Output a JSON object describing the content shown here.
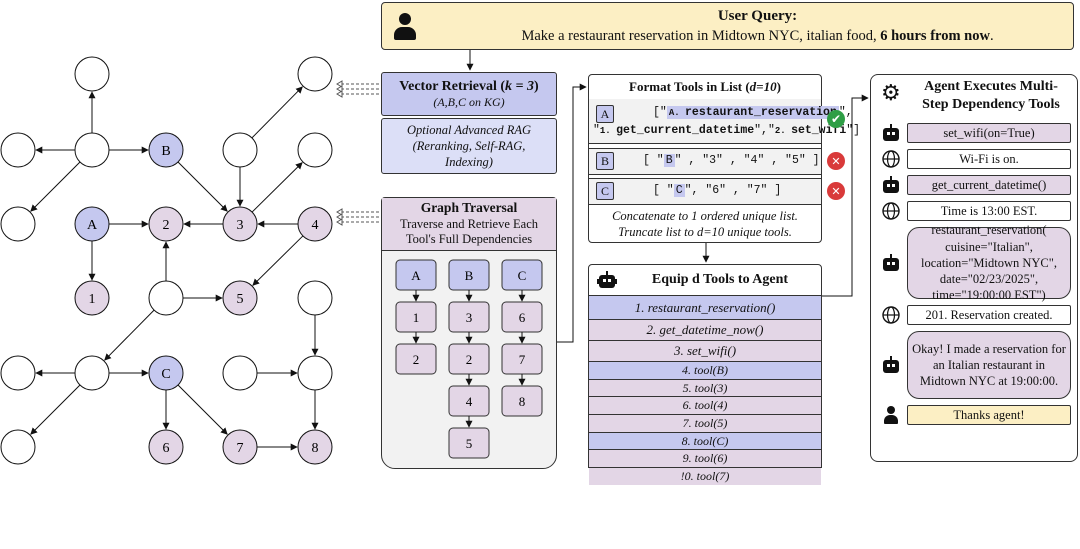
{
  "graph": {
    "nodes": [
      {
        "id": "n_top_l",
        "label": "",
        "color": "white"
      },
      {
        "id": "n_left1",
        "label": "",
        "color": "white"
      },
      {
        "id": "n_hub1",
        "label": "",
        "color": "white"
      },
      {
        "id": "B",
        "label": "B",
        "color": "blue"
      },
      {
        "id": "n_left2",
        "label": "",
        "color": "white"
      },
      {
        "id": "A",
        "label": "A",
        "color": "blue"
      },
      {
        "id": "2",
        "label": "2",
        "color": "purple"
      },
      {
        "id": "3",
        "label": "3",
        "color": "purple"
      },
      {
        "id": "n_top_r",
        "label": "",
        "color": "white"
      },
      {
        "id": "n_r1",
        "label": "",
        "color": "white"
      },
      {
        "id": "n_r2",
        "label": "",
        "color": "white"
      },
      {
        "id": "4",
        "label": "4",
        "color": "purple"
      },
      {
        "id": "1",
        "label": "1",
        "color": "purple"
      },
      {
        "id": "n_hub2",
        "label": "",
        "color": "white"
      },
      {
        "id": "5",
        "label": "5",
        "color": "purple"
      },
      {
        "id": "n_left3",
        "label": "",
        "color": "white"
      },
      {
        "id": "n_hub3",
        "label": "",
        "color": "white"
      },
      {
        "id": "C",
        "label": "C",
        "color": "blue"
      },
      {
        "id": "n_left4",
        "label": "",
        "color": "white"
      },
      {
        "id": "6",
        "label": "6",
        "color": "purple"
      },
      {
        "id": "7",
        "label": "7",
        "color": "purple"
      },
      {
        "id": "8",
        "label": "8",
        "color": "purple"
      },
      {
        "id": "n_r3",
        "label": "",
        "color": "white"
      },
      {
        "id": "n_r4",
        "label": "",
        "color": "white"
      },
      {
        "id": "n_r5",
        "label": "",
        "color": "white"
      }
    ],
    "edges": [
      [
        "n_hub1",
        "n_top_l"
      ],
      [
        "n_hub1",
        "n_left1"
      ],
      [
        "n_hub1",
        "n_left2"
      ],
      [
        "n_hub1",
        "B"
      ],
      [
        "B",
        "3"
      ],
      [
        "n_r1",
        "3"
      ],
      [
        "n_r1",
        "n_top_r"
      ],
      [
        "3",
        "n_r2"
      ],
      [
        "A",
        "2"
      ],
      [
        "A",
        "1"
      ],
      [
        "3",
        "2"
      ],
      [
        "4",
        "3"
      ],
      [
        "4",
        "5"
      ],
      [
        "n_hub2",
        "2"
      ],
      [
        "n_hub2",
        "5"
      ],
      [
        "n_hub2",
        "n_hub3"
      ],
      [
        "n_hub3",
        "n_left3"
      ],
      [
        "n_hub3",
        "n_left4"
      ],
      [
        "n_hub3",
        "C"
      ],
      [
        "C",
        "6"
      ],
      [
        "C",
        "7"
      ],
      [
        "7",
        "8"
      ],
      [
        "n_r4",
        "8"
      ],
      [
        "n_r3",
        "n_r4"
      ],
      [
        "n_r5",
        "n_r4"
      ]
    ]
  },
  "query": {
    "title": "User Query:",
    "text_pre": "Make a restaurant reservation in Midtown NYC,  italian food, ",
    "text_bold": "6 hours from now",
    "text_post": "."
  },
  "retrieval": {
    "title": "Vector Retrieval (",
    "k_label": "k = 3",
    "title_end": ")",
    "subtitle": "(A,B,C on KG)",
    "rag_text": "Optional Advanced RAG (Reranking, Self-RAG, Indexing)"
  },
  "traversal": {
    "title": "Graph Traversal",
    "subtitle": "Traverse and Retrieve Each Tool's Full Dependencies",
    "chains": [
      [
        "A",
        "1",
        "2"
      ],
      [
        "B",
        "3",
        "2",
        "4",
        "5"
      ],
      [
        "C",
        "6",
        "7",
        "8"
      ]
    ]
  },
  "format": {
    "title": "Format Tools in List (",
    "d_label": "d=10",
    "title_end": ")",
    "rows": [
      {
        "tag": "A",
        "line1_open": "[\"",
        "line1_prefix": "A. ",
        "line1_hl": "restaurant_reservation",
        "line1_close": "\",",
        "line2_open": "\"",
        "line2_prefix1": "1. ",
        "line2_hl1": "get_current_datetime",
        "line2_mid": "\",\"",
        "line2_prefix2": "2. ",
        "line2_hl2": "set_wifi",
        "line2_close": "\"]",
        "status": "check"
      },
      {
        "tag": "B",
        "text_open": "[ \"",
        "text_hl": "B",
        "text_rest": "\" , \"3\" , \"4\" , \"5\" ]",
        "status": "x"
      },
      {
        "tag": "C",
        "text_open": "[ \"",
        "text_hl": "C",
        "text_rest": "\", \"6\" , \"7\" ]",
        "status": "x"
      }
    ],
    "note": "Concatenate to 1 ordered unique list. Truncate list to d=10 unique tools."
  },
  "equip": {
    "title": "Equip d Tools to Agent",
    "items": [
      {
        "text": "1. restaurant_reservation()",
        "hl": true
      },
      {
        "text": "2. get_datetime_now()",
        "hl": false
      },
      {
        "text": "3. set_wifi()",
        "hl": false
      },
      {
        "text": "4. tool(B)",
        "hl": true
      },
      {
        "text": "5. tool(3)",
        "hl": false
      },
      {
        "text": "6. tool(4)",
        "hl": false
      },
      {
        "text": "7. tool(5)",
        "hl": false
      },
      {
        "text": "8. tool(C)",
        "hl": true
      },
      {
        "text": "9. tool(6)",
        "hl": false
      },
      {
        "text": "!0. tool(7)",
        "hl": false
      }
    ]
  },
  "agent": {
    "title": "Agent Executes Multi-Step Dependency Tools",
    "steps": [
      {
        "who": "robot",
        "text": "set_wifi(on=True)",
        "style": "purple"
      },
      {
        "who": "globe",
        "text": "Wi-Fi is on.",
        "style": "white"
      },
      {
        "who": "robot",
        "text": "get_current_datetime()",
        "style": "purple"
      },
      {
        "who": "globe",
        "text": "Time is 13:00 EST.",
        "style": "white"
      },
      {
        "who": "robot",
        "text": "restaurant_reservation( cuisine=\"Italian\", location=\"Midtown NYC\", date=\"02/23/2025\", time=\"19:00:00 EST\")",
        "style": "purple"
      },
      {
        "who": "globe",
        "text": "201. Reservation created.",
        "style": "white"
      },
      {
        "who": "robot",
        "text": "Okay! I made a reservation for an Italian restaurant in Midtown NYC at 19:00:00.",
        "style": "purple"
      },
      {
        "who": "user",
        "text": "Thanks agent!",
        "style": "cream"
      }
    ]
  },
  "colors": {
    "blue": "#c5c8ef",
    "purple": "#e3d6e6",
    "cream": "#fcefc4",
    "check": "#2e9e45",
    "x": "#d93a3a"
  }
}
